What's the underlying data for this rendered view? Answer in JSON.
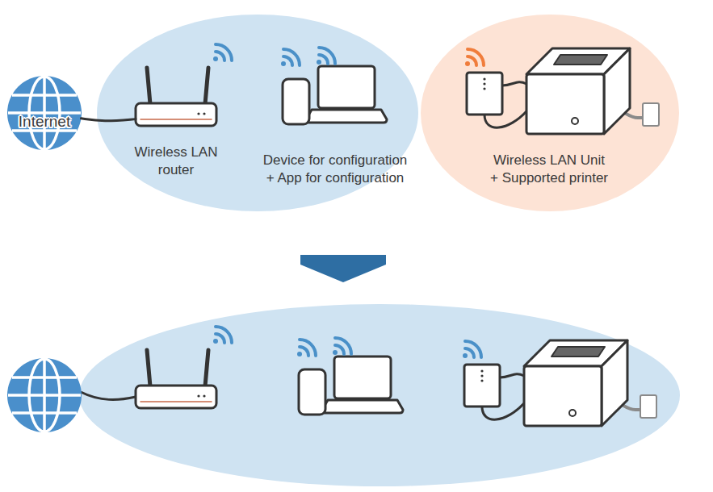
{
  "diagram": {
    "nodes": [
      {
        "text": [
          "Internet"
        ]
      },
      {
        "text": [
          "Wireless LAN router"
        ]
      },
      {
        "text": [
          "Device for configuration + App for configuration"
        ]
      },
      {
        "text": [
          "Wireless LAN Unit + Supported printer"
        ]
      }
    ],
    "edges": [
      {
        "from": 0,
        "to": 1,
        "arrow": "none"
      }
    ]
  }
}
